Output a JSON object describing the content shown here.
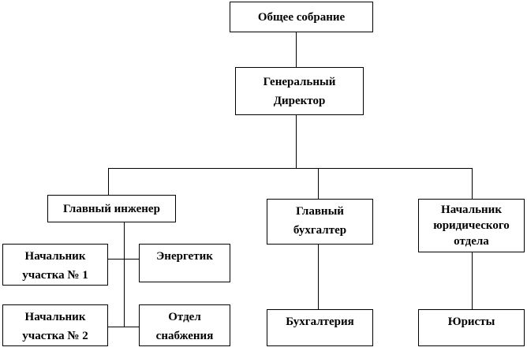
{
  "nodes": {
    "assembly": "Общее собрание",
    "gd_1": "Генеральный",
    "gd_2": "Директор",
    "chief_eng": "Главный инженер",
    "chief_acc_1": "Главный",
    "chief_acc_2": "бухгалтер",
    "legal_1": "Начальник",
    "legal_2": "юридического",
    "legal_3": "отдела",
    "site1_1": "Начальник",
    "site1_2": "участка № 1",
    "energy": "Энергетик",
    "site2_1": "Начальник",
    "site2_2": "участка № 2",
    "supply_1": "Отдел",
    "supply_2": "снабжения",
    "accounting": "Бухгалтерия",
    "lawyers": "Юристы"
  }
}
